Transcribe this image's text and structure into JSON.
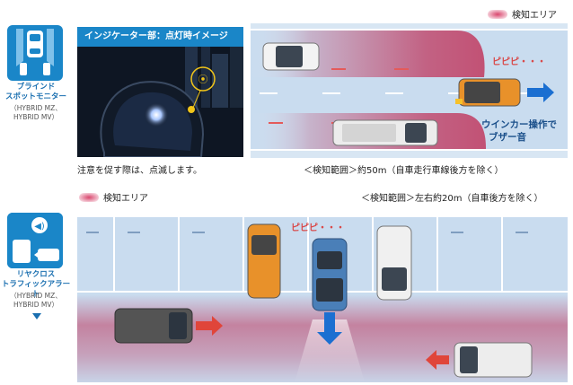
{
  "blind_spot": {
    "feature_name_line1": "ブラインド",
    "feature_name_line2": "スポットモニター",
    "grade_line1": "（HYBRID MZ、",
    "grade_line2": "HYBRID MV）",
    "photo_title": "インジケーター部：点灯時イメージ",
    "photo_caption": "注意を促す際は、点滅します。",
    "legend_label": "検知エリア",
    "beep": "ピピピ・・・",
    "callout_line1": "ウインカー操作で",
    "callout_line2": "ブザー音",
    "range_caption": "＜検知範囲＞約50m（自車走行車線後方を除く）"
  },
  "rear_cross": {
    "feature_name_line1": "リヤクロス",
    "feature_name_line2": "トラフィックアラート",
    "grade_line1": "（HYBRID MZ、",
    "grade_line2": "HYBRID MV）",
    "legend_label": "検知エリア",
    "range_caption": "＜検知範囲＞左右約20m（自車後方を除く）",
    "beep": "ピピピ・・・"
  },
  "colors": {
    "accent_blue": "#1a86c8",
    "detection_area": "#c0395f",
    "road": "#c9dcef",
    "arrow_red": "#e0453a",
    "arrow_blue": "#1b6fd1",
    "orange_car": "#e8912a"
  }
}
